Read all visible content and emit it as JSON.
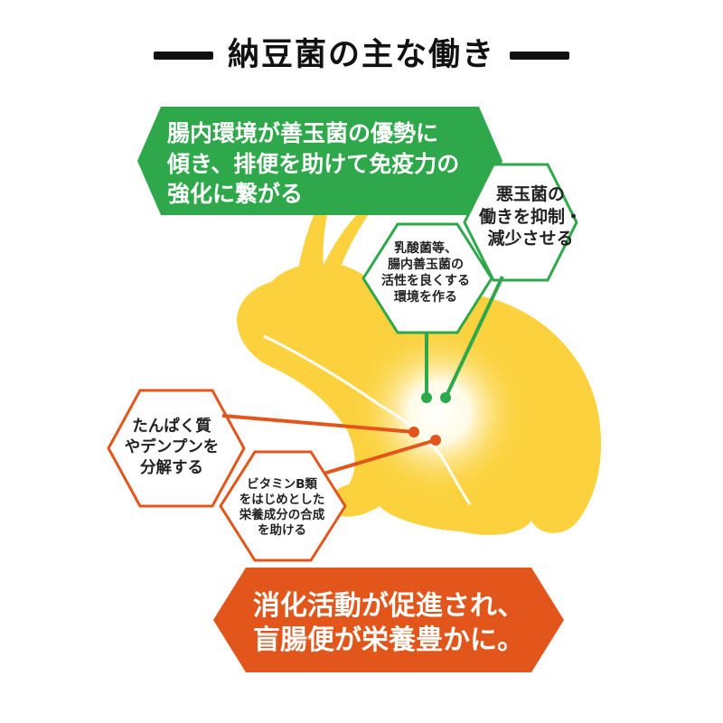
{
  "title": "納豆菌の主な働き",
  "colors": {
    "green": "#2ea84a",
    "orange": "#e2561b",
    "rabbit": "#fbd23e",
    "glow": "#fffbe8",
    "title_text": "#111111"
  },
  "icons": [
    "rabbit-silhouette"
  ],
  "diagram": {
    "top_effect": "腸内環境が善玉菌の優勢に\n傾き、排便を助けて免疫力の\n強化に繋がる",
    "green_effects": [
      "悪玉菌の\n働きを抑制・\n減少させる",
      "乳酸菌等、\n腸内善玉菌の\n活性を良くする\n環境を作る"
    ],
    "orange_effects": [
      "たんぱく質\nやデンプンを\n分解する",
      "ビタミンB類\nをはじめとした\n栄養成分の合成\nを助ける"
    ],
    "bottom_effect": "消化活動が促進され、\n盲腸便が栄養豊かに。"
  }
}
